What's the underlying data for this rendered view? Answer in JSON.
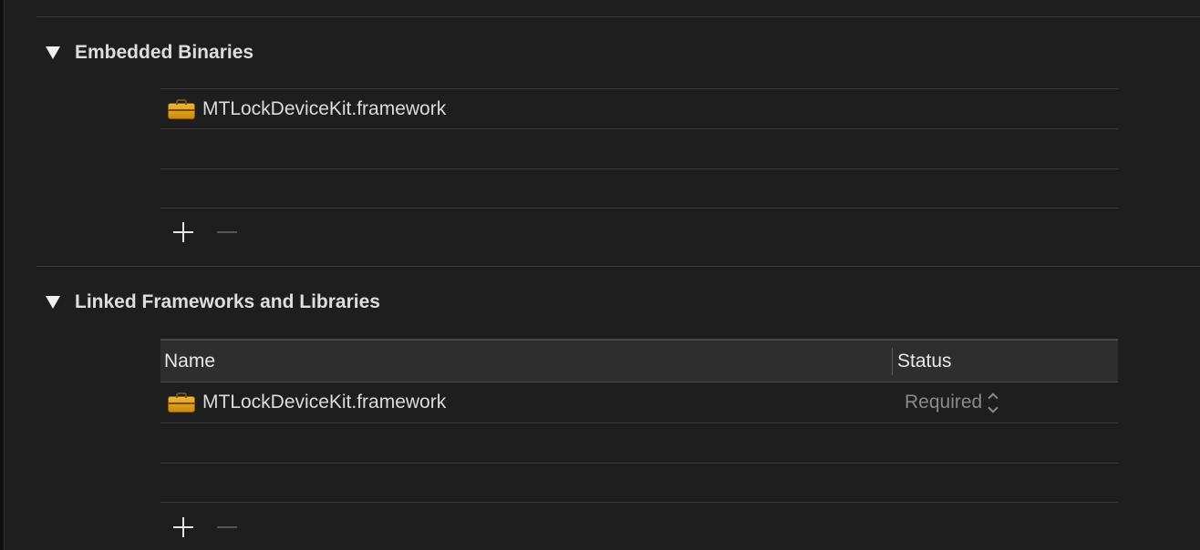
{
  "embedded": {
    "title": "Embedded Binaries",
    "items": [
      {
        "name": "MTLockDeviceKit.framework",
        "icon": "toolbox-icon"
      }
    ]
  },
  "linked": {
    "title": "Linked Frameworks and Libraries",
    "columns": {
      "name": "Name",
      "status": "Status"
    },
    "items": [
      {
        "name": "MTLockDeviceKit.framework",
        "icon": "toolbox-icon",
        "status": "Required"
      }
    ]
  },
  "colors": {
    "background": "#1e1e1e",
    "header_background": "#2e2e2e",
    "icon_accent": "#f2b632"
  }
}
